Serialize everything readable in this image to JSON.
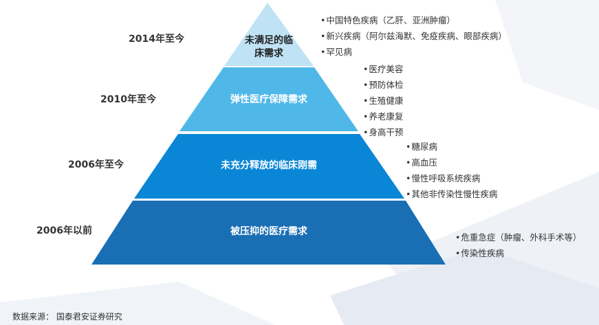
{
  "tiers": [
    {
      "year": "2014年至今",
      "label_lines": [
        "未满足的临",
        "床需求"
      ],
      "color": "#bfe3f5",
      "items": [
        "中国特色疾病（乙肝、亚洲肿瘤）",
        "新兴疾病（阿尔兹海默、免疫疾病、眼部疾病）",
        "罕见病"
      ]
    },
    {
      "year": "2010年至今",
      "label_lines": [
        "弹性医疗保障需求"
      ],
      "color": "#4fb8e8",
      "items": [
        "医疗美容",
        "预防体检",
        "生殖健康",
        "养老康复",
        "身高干预"
      ]
    },
    {
      "year": "2006年至今",
      "label_lines": [
        "未充分释放的临床刚需"
      ],
      "color": "#0a86d6",
      "items": [
        "糖尿病",
        "高血压",
        "慢性呼吸系统疾病",
        "其他非传染性慢性疾病"
      ]
    },
    {
      "year": "2006年以前",
      "label_lines": [
        "被压抑的医疗需求"
      ],
      "color": "#1a6eb4",
      "items": [
        "危重急症（肿瘤、外科手术等）",
        "传染性疾病"
      ]
    }
  ],
  "source": "数据来源： 国泰君安证券研究"
}
